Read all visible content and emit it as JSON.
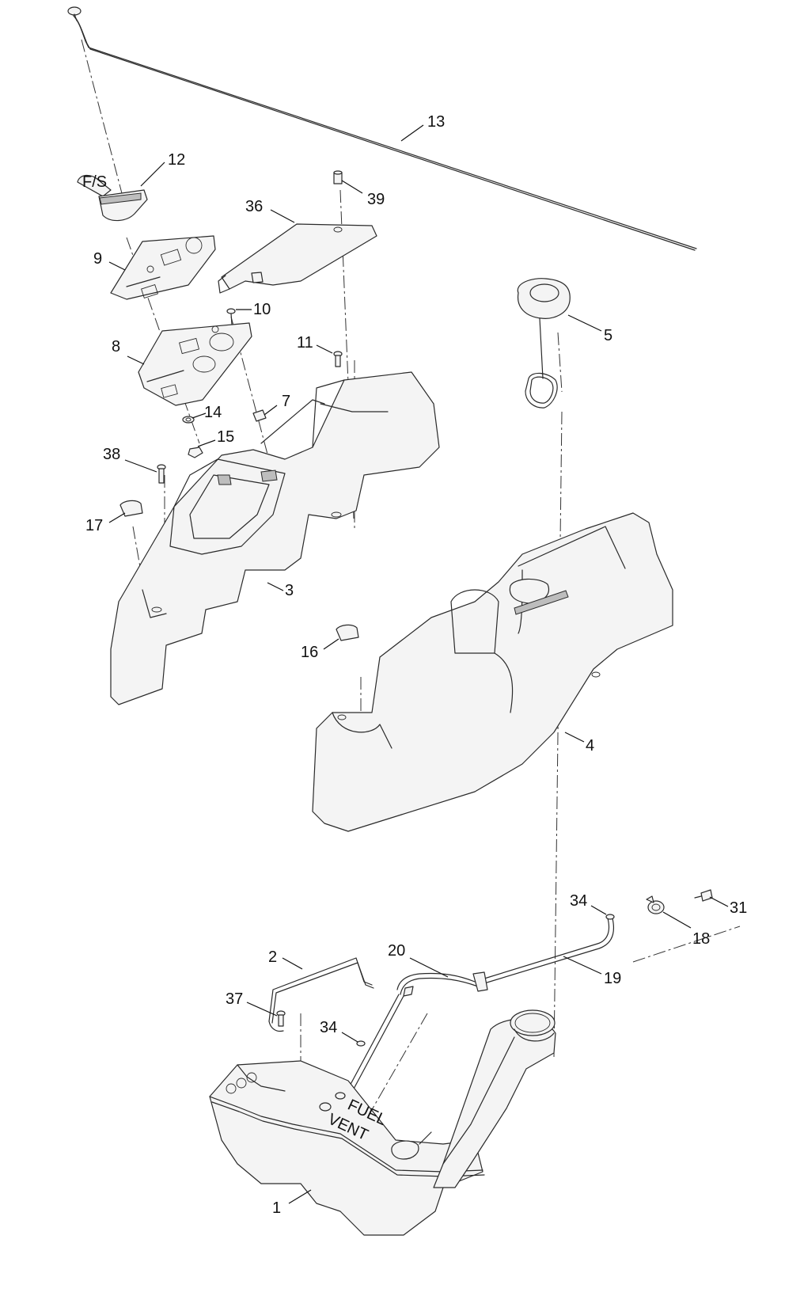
{
  "callouts": [
    {
      "id": "1",
      "label": "1"
    },
    {
      "id": "2",
      "label": "2"
    },
    {
      "id": "3",
      "label": "3"
    },
    {
      "id": "4",
      "label": "4"
    },
    {
      "id": "5",
      "label": "5"
    },
    {
      "id": "7",
      "label": "7"
    },
    {
      "id": "8",
      "label": "8"
    },
    {
      "id": "9",
      "label": "9"
    },
    {
      "id": "10",
      "label": "10"
    },
    {
      "id": "11",
      "label": "11"
    },
    {
      "id": "12",
      "label": "12"
    },
    {
      "id": "13",
      "label": "13"
    },
    {
      "id": "14",
      "label": "14"
    },
    {
      "id": "15",
      "label": "15"
    },
    {
      "id": "16",
      "label": "16"
    },
    {
      "id": "17",
      "label": "17"
    },
    {
      "id": "18",
      "label": "18"
    },
    {
      "id": "19",
      "label": "19"
    },
    {
      "id": "20",
      "label": "20"
    },
    {
      "id": "31",
      "label": "31"
    },
    {
      "id": "34a",
      "label": "34"
    },
    {
      "id": "34b",
      "label": "34"
    },
    {
      "id": "36",
      "label": "36"
    },
    {
      "id": "37",
      "label": "37"
    },
    {
      "id": "38",
      "label": "38"
    },
    {
      "id": "39",
      "label": "39"
    }
  ],
  "tank_labels": {
    "fuel": "FUEL",
    "vent": "VENT"
  },
  "colors": {
    "line": "#2a2a2a",
    "background": "#ffffff"
  }
}
